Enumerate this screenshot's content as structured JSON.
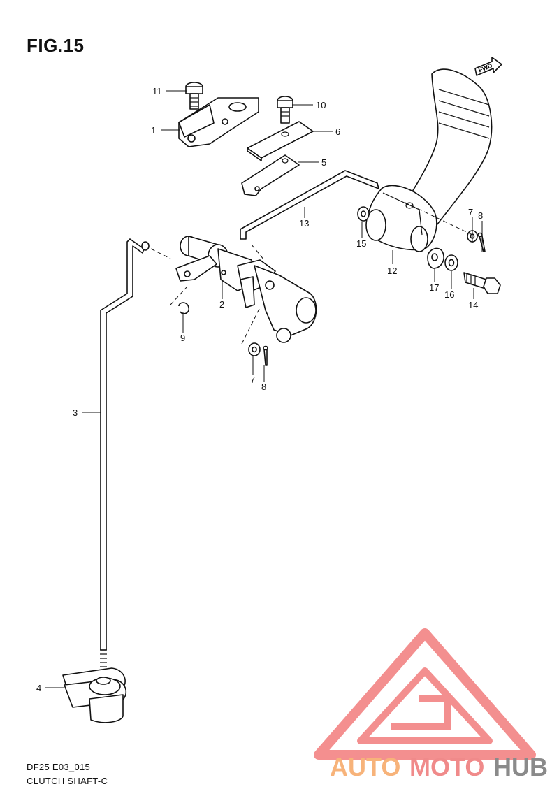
{
  "figure": {
    "title": "FIG.15",
    "model_code": "DF25 E03_015",
    "section_name": "CLUTCH SHAFT-C",
    "direction_tag": "FWD"
  },
  "callouts": [
    {
      "id": "c1",
      "label": "1"
    },
    {
      "id": "c2",
      "label": "2"
    },
    {
      "id": "c3",
      "label": "3"
    },
    {
      "id": "c4",
      "label": "4"
    },
    {
      "id": "c5",
      "label": "5"
    },
    {
      "id": "c6",
      "label": "6"
    },
    {
      "id": "c7a",
      "label": "7"
    },
    {
      "id": "c7b",
      "label": "7"
    },
    {
      "id": "c8a",
      "label": "8"
    },
    {
      "id": "c8b",
      "label": "8"
    },
    {
      "id": "c9",
      "label": "9"
    },
    {
      "id": "c10",
      "label": "10"
    },
    {
      "id": "c11",
      "label": "11"
    },
    {
      "id": "c12",
      "label": "12"
    },
    {
      "id": "c13",
      "label": "13"
    },
    {
      "id": "c14",
      "label": "14"
    },
    {
      "id": "c15",
      "label": "15"
    },
    {
      "id": "c16",
      "label": "16"
    },
    {
      "id": "c17",
      "label": "17"
    }
  ],
  "watermark": {
    "word_a": "AUTO",
    "word_b": "MOTO",
    "word_c": "HUB",
    "color_a": "#f7b37a",
    "color_b": "#f08a8a",
    "color_c": "#8a8a8a",
    "logo_color": "#f06a6a"
  }
}
